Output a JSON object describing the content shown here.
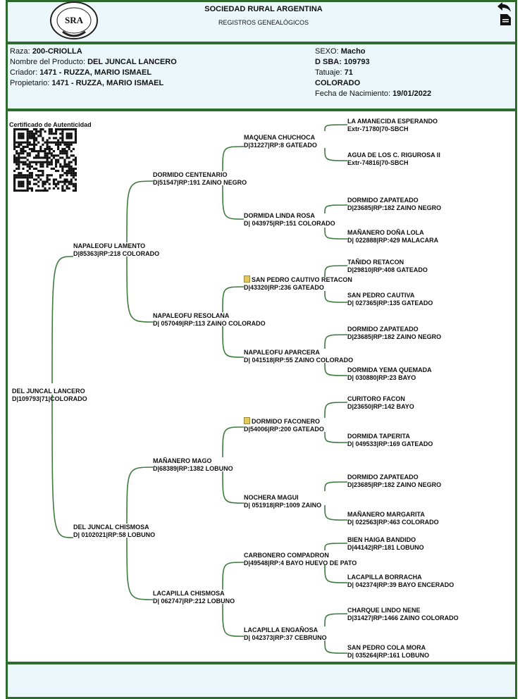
{
  "header": {
    "org": "SOCIEDAD RURAL ARGENTINA",
    "subtitle": "REGISTROS GENEALÓGICOS",
    "logo_text": "SRA"
  },
  "info": {
    "raza_label": "Raza:",
    "raza": "200-CRIOLLA",
    "producto_label": "Nombre del Producto:",
    "producto": "DEL JUNCAL LANCERO",
    "criador_label": "Criador:",
    "criador": "1471 - RUZZA, MARIO ISMAEL",
    "propietario_label": "Propietario:",
    "propietario": "1471 - RUZZA, MARIO ISMAEL",
    "sexo_label": "SEXO:",
    "sexo": "Macho",
    "sba": "D SBA: 109793",
    "tatuaje_label": "Tatuaje:",
    "tatuaje": "71",
    "color": "COLORADO",
    "nacimiento_label": "Fecha de Nacimiento:",
    "nacimiento": "19/01/2022"
  },
  "certificate_label": "Certificado de Autenticidad",
  "tree": {
    "root": {
      "name": "DEL JUNCAL LANCERO",
      "detail": "D|109793|71|COLORADO"
    },
    "gen1": [
      {
        "name": "NAPALEOFU LAMENTO",
        "detail": "D|85363|RP:218 COLORADO"
      },
      {
        "name": "DEL JUNCAL CHISMOSA",
        "detail": "D| 0102021|RP:58 LOBUNO"
      }
    ],
    "gen2": [
      {
        "name": "DORMIDO CENTENARIO",
        "detail": "D|51547|RP:191 ZAINO NEGRO"
      },
      {
        "name": "NAPALEOFU RESOLANA",
        "detail": "D| 057049|RP:113 ZAINO COLORADO"
      },
      {
        "name": "MAÑANERO MAGO",
        "detail": "D|68389|RP:1382 LOBUNO"
      },
      {
        "name": "LACAPILLA CHISMOSA",
        "detail": "D| 062747|RP:212 LOBUNO"
      }
    ],
    "gen3": [
      {
        "name": "MAQUENA CHUCHOCA",
        "detail": "D|31227|RP:8 GATEADO"
      },
      {
        "name": "DORMIDA LINDA ROSA",
        "detail": "D| 043975|RP:151 COLORADO"
      },
      {
        "name": "SAN PEDRO CAUTIVO RETACON",
        "detail": "D|43320|RP:236 GATEADO"
      },
      {
        "name": "NAPALEOFU APARCERA",
        "detail": "D| 041518|RP:55 ZAINO COLORADO"
      },
      {
        "name": "DORMIDO FACONERO",
        "detail": "D|54006|RP:200 GATEADO"
      },
      {
        "name": "NOCHERA MAGUI",
        "detail": "D| 051918|RP:1009 ZAINO"
      },
      {
        "name": "CARBONERO COMPADRON",
        "detail": "D|49548|RP:4 BAYO HUEVO DE PATO"
      },
      {
        "name": "LACAPILLA ENGAÑOSA",
        "detail": "D| 042373|RP:37 CEBRUNO"
      }
    ],
    "gen4": [
      {
        "name": "LA AMANECIDA ESPERANDO",
        "detail": "Extr-71780|70-SBCH"
      },
      {
        "name": "AGUA DE LOS C. RIGUROSA II",
        "detail": "Extr-74816|70-SBCH"
      },
      {
        "name": "DORMIDO ZAPATEADO",
        "detail": "D|23685|RP:182 ZAINO NEGRO"
      },
      {
        "name": "MAÑANERO DOÑA LOLA",
        "detail": "D| 022888|RP:429 MALACARA"
      },
      {
        "name": "TAÑIDO RETACON",
        "detail": "D|29810|RP:408 GATEADO"
      },
      {
        "name": "SAN PEDRO CAUTIVA",
        "detail": "D| 027365|RP:135 GATEADO"
      },
      {
        "name": "DORMIDO ZAPATEADO",
        "detail": "D|23685|RP:182 ZAINO NEGRO"
      },
      {
        "name": "DORMIDA YEMA QUEMADA",
        "detail": "D| 030880|RP:23 BAYO"
      },
      {
        "name": "CURITORO FACON",
        "detail": "D|23650|RP:142 BAYO"
      },
      {
        "name": "DORMIDA TAPERITA",
        "detail": "D| 049533|RP:169 GATEADO"
      },
      {
        "name": "DORMIDO ZAPATEADO",
        "detail": "D|23685|RP:182 ZAINO NEGRO"
      },
      {
        "name": "MAÑANERO MARGARITA",
        "detail": "D| 022563|RP:463 COLORADO"
      },
      {
        "name": "BIEN HAIGA BANDIDO",
        "detail": "D|44142|RP:181 LOBUNO"
      },
      {
        "name": "LACAPILLA BORRACHA",
        "detail": "D| 042374|RP:39 BAYO ENCERADO"
      },
      {
        "name": "CHARQUE LINDO NENE",
        "detail": "D|31427|RP:1466 ZAINO COLORADO"
      },
      {
        "name": "SAN PEDRO COLA MORA",
        "detail": "D| 035264|RP:161 LOBUNO"
      }
    ]
  },
  "colors": {
    "border": "#2e6b2e",
    "panel": "#ebf7fa",
    "line": "#3f7a3f"
  },
  "icons": [
    "back-arrow-icon",
    "document-icon",
    "qr-code-icon",
    "sra-logo",
    "certified-badge-icon"
  ]
}
